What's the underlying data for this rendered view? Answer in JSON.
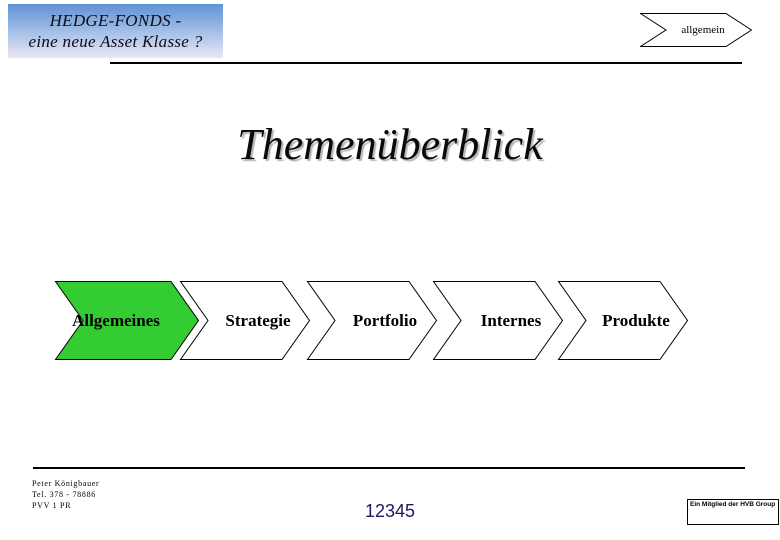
{
  "header": {
    "line1": "HEDGE-FONDS -",
    "line2": "eine neue Asset Klasse ?",
    "gradient_top": "#5f92d5",
    "gradient_bottom": "#ece6f6"
  },
  "tag": {
    "label": "allgemein",
    "fill": "#ffffff"
  },
  "title": {
    "text": "Themenüberblick"
  },
  "steps": {
    "items": [
      {
        "label": "Allgemeines",
        "fill": "#33cc33",
        "active": true
      },
      {
        "label": "Strategie",
        "fill": "#ffffff",
        "active": false
      },
      {
        "label": "Portfolio",
        "fill": "#ffffff",
        "active": false
      },
      {
        "label": "Internes",
        "fill": "#ffffff",
        "active": false
      },
      {
        "label": "Produkte",
        "fill": "#ffffff",
        "active": false
      }
    ],
    "active_color": "#33cc33"
  },
  "footer": {
    "contact_line1": "Peter Königbauer",
    "contact_line2": "Tel. 378 - 78886",
    "contact_line3": "PVV 1 PR",
    "page_number": "12345",
    "page_number_color": "#1b1b63",
    "brand": "Ein Mitglied der HVB Group"
  }
}
